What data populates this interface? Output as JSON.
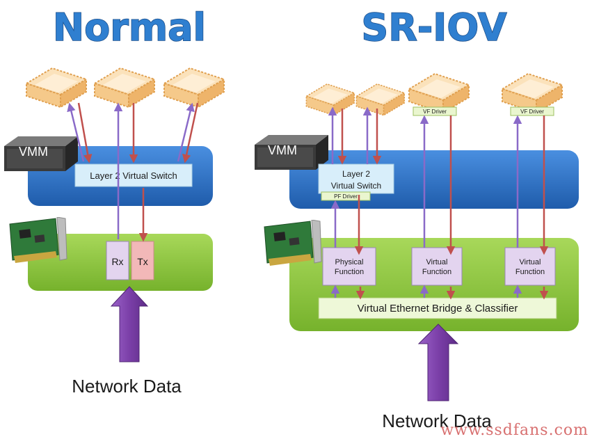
{
  "normal": {
    "title": "Normal",
    "vmm_label": "VMM",
    "switch_label": "Layer 2 Virtual Switch",
    "rx_label": "Rx",
    "tx_label": "Tx",
    "network_label": "Network Data"
  },
  "sriov": {
    "title": "SR-IOV",
    "vmm_label": "VMM",
    "switch_label_line1": "Layer 2",
    "switch_label_line2": "Virtual Switch",
    "pf_driver_label": "PF Driver",
    "vf_driver_label": "VF Driver",
    "physical_function_line1": "Physical",
    "physical_function_line2": "Function",
    "virtual_function_line1": "Virtual",
    "virtual_function_line2": "Function",
    "bridge_label": "Virtual Ethernet Bridge & Classifier",
    "network_label": "Network Data"
  },
  "watermark": "www.ssdfans.com",
  "colors": {
    "title_blue": "#2f7fd0",
    "vmm_blue": "#2a6fc4",
    "nic_green": "#8cc63f",
    "switch_box": "#d8eefa",
    "function_box": "#e3d4ef",
    "tx_box": "#f2b8b8",
    "arrow_purple": "#8a6ac8",
    "arrow_red": "#c0504d",
    "big_arrow": "#7b3fa8",
    "vm_orange": "#f5c98a",
    "watermark": "#d87070"
  }
}
